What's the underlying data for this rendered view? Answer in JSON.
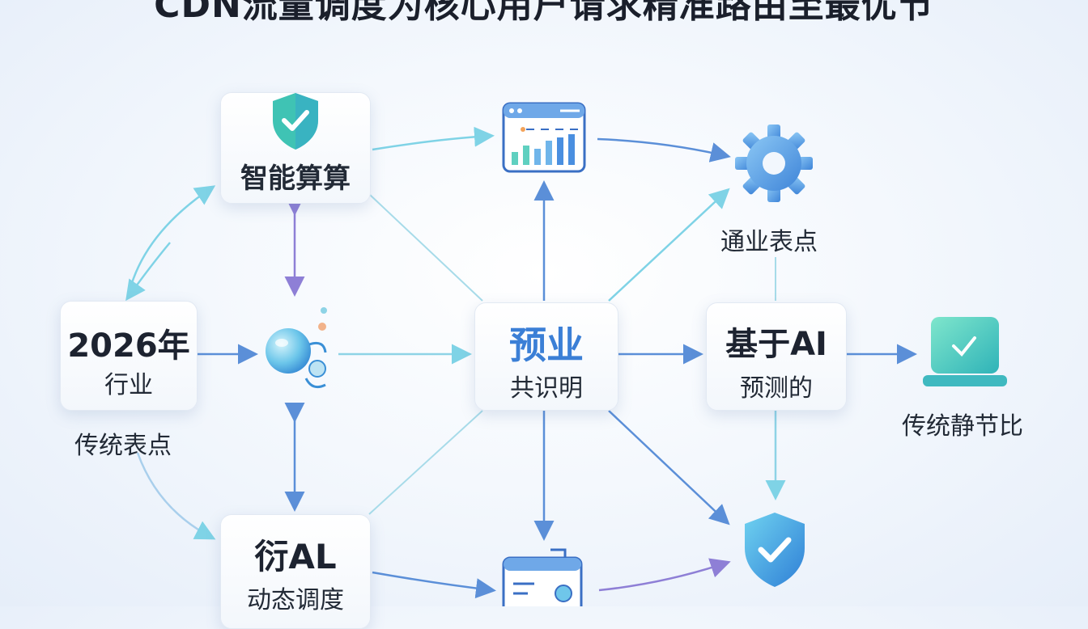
{
  "title": "CDN流量调度为核心用户请求精准路由至最优节",
  "nodes": {
    "top_left": {
      "label": "智能算算"
    },
    "left": {
      "line1": "2026年",
      "line2": "行业"
    },
    "left_caption": "传统表点",
    "bottom_left": {
      "line1": "衍AL",
      "line2": "动态调度"
    },
    "center": {
      "line1": "预业",
      "line2": "共识明"
    },
    "right": {
      "line1": "基于AI",
      "line2": "预测的"
    },
    "gear_caption": "通业表点",
    "far_right_caption": "传统静节比"
  },
  "colors": {
    "accent_blue": "#4a8fe0",
    "arrow_blue": "#5b8fd8",
    "arrow_cyan": "#7fd3e6",
    "arrow_purple": "#8e7fd6",
    "center_text": "#3b7fd6"
  }
}
